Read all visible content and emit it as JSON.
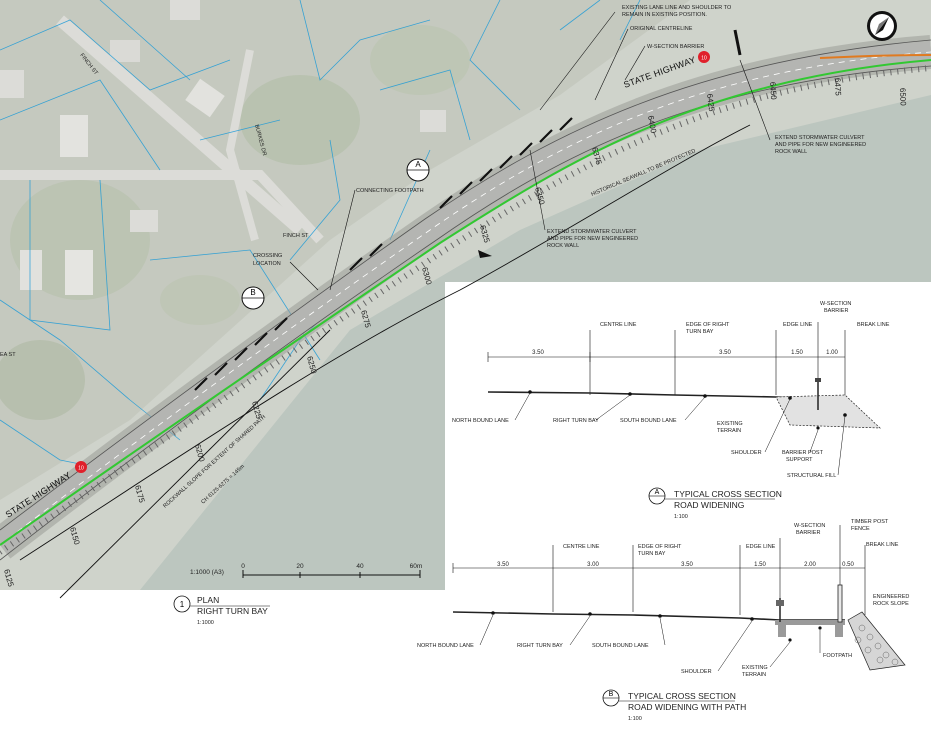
{
  "plan": {
    "streets": {
      "finch_top": "FINCH ST",
      "finch_mid": "FINCH ST",
      "burkes": "BURKES DR",
      "ea": "EA ST"
    },
    "highway_labels": [
      "STATE HIGHWAY",
      "STATE HIGHWAY"
    ],
    "shield_number": "10",
    "callouts": {
      "existing_lane": [
        "EXISTING LANE LINE AND SHOULDER TO",
        "REMAIN IN EXISTING POSITION."
      ],
      "original_centreline": "ORIGINAL CENTRELINE",
      "w_barrier": "W-SECTION BARRIER",
      "culvert_east": [
        "EXTEND STORMWATER CULVERT",
        "AND PIPE FOR NEW ENGINEERED",
        "ROCK WALL"
      ],
      "culvert_mid": [
        "EXTEND STORMWATER CULVERT",
        "AND PIPE FOR NEW ENGINEERED",
        "ROCK WALL"
      ],
      "connecting_footpath": "CONNECTING FOOTPATH",
      "crossing_location": [
        "CROSSING",
        "LOCATION"
      ],
      "historical_seawall": "HISTORICAL SEAWALL TO BE PROTECTED",
      "rockwall_slope": [
        "ROCKWALL SLOPE FOR EXTENT OF SHARED PATH",
        "CH 6125-6275 = 145m"
      ]
    },
    "chainages": [
      "6125",
      "6150",
      "6175",
      "6200",
      "6225",
      "6250",
      "6275",
      "6300",
      "6325",
      "6350",
      "6375",
      "6400",
      "6425",
      "6450",
      "6475",
      "6500"
    ],
    "section_markers": [
      {
        "letter": "A"
      },
      {
        "letter": "B"
      }
    ],
    "scale": {
      "ratio": "1:1000 (A3)",
      "ticks": [
        "0",
        "20",
        "40",
        "60m"
      ]
    },
    "title": {
      "number": "1",
      "line1": "PLAN",
      "line2": "RIGHT TURN BAY",
      "scale": "1:1000"
    }
  },
  "section_a": {
    "top_labels": [
      "CENTRE LINE",
      "EDGE OF RIGHT",
      "TURN BAY",
      "EDGE LINE",
      "W-SECTION",
      "BARRIER",
      "BREAK LINE"
    ],
    "dims": [
      "3.50",
      "3.50",
      "1.50",
      "1.00"
    ],
    "bottom_labels": [
      "NORTH BOUND LANE",
      "RIGHT TURN BAY",
      "SOUTH BOUND LANE",
      "EXISTING",
      "TERRAIN",
      "SHOULDER",
      "BARRIER POST",
      "SUPPORT",
      "STRUCTURAL FILL"
    ],
    "title": {
      "letter": "A",
      "line1": "TYPICAL CROSS SECTION",
      "line2": "ROAD WIDENING",
      "scale": "1:100"
    }
  },
  "section_b": {
    "top_labels": [
      "CENTRE LINE",
      "EDGE OF RIGHT",
      "TURN BAY",
      "EDGE LINE",
      "W-SECTION",
      "BARRIER",
      "TIMBER POST",
      "FENCE",
      "BREAK LINE",
      "ENGINEERED",
      "ROCK SLOPE"
    ],
    "dims": [
      "3.50",
      "3.00",
      "3.50",
      "1.50",
      "2.00",
      "0.50"
    ],
    "bottom_labels": [
      "NORTH BOUND LANE",
      "RIGHT TURN BAY",
      "SOUTH BOUND LANE",
      "SHOULDER",
      "EXISTING",
      "TERRAIN",
      "FOOTPATH"
    ],
    "title": {
      "letter": "B",
      "line1": "TYPICAL CROSS SECTION",
      "line2": "ROAD WIDENING WITH PATH",
      "scale": "1:100"
    }
  },
  "colors": {
    "aerial": "#c9cdc4",
    "parcel": "#1e9bd7",
    "water": "#b9c4bd",
    "green_line": "#32c832",
    "shield": "#e0202b"
  },
  "icons": {
    "north": "north-arrow-icon"
  }
}
